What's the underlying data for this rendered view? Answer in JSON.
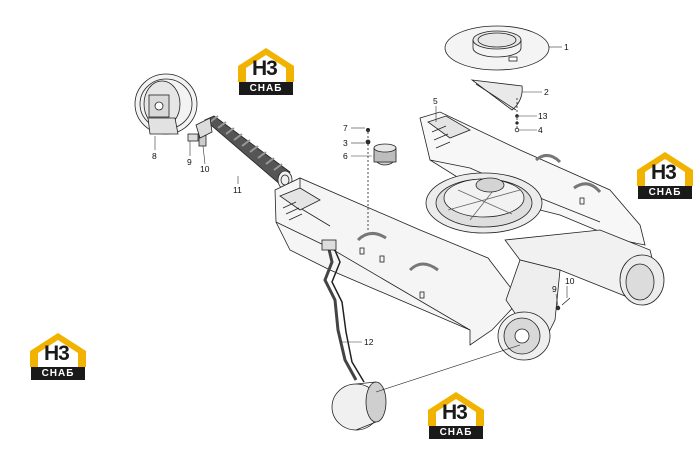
{
  "brand": {
    "top": "H3",
    "bottom": "СНАБ",
    "accent": "#f2b200",
    "dark": "#1a1a1a"
  },
  "callouts": [
    {
      "id": "1",
      "text": "1"
    },
    {
      "id": "2",
      "text": "2"
    },
    {
      "id": "13",
      "text": "13"
    },
    {
      "id": "4",
      "text": "4"
    },
    {
      "id": "5",
      "text": "5"
    },
    {
      "id": "7",
      "text": "7"
    },
    {
      "id": "3",
      "text": "3"
    },
    {
      "id": "6",
      "text": "6"
    },
    {
      "id": "8",
      "text": "8"
    },
    {
      "id": "9a",
      "text": "9"
    },
    {
      "id": "10a",
      "text": "10"
    },
    {
      "id": "11",
      "text": "11"
    },
    {
      "id": "12",
      "text": "12"
    },
    {
      "id": "9b",
      "text": "9"
    },
    {
      "id": "10b",
      "text": "10"
    }
  ]
}
